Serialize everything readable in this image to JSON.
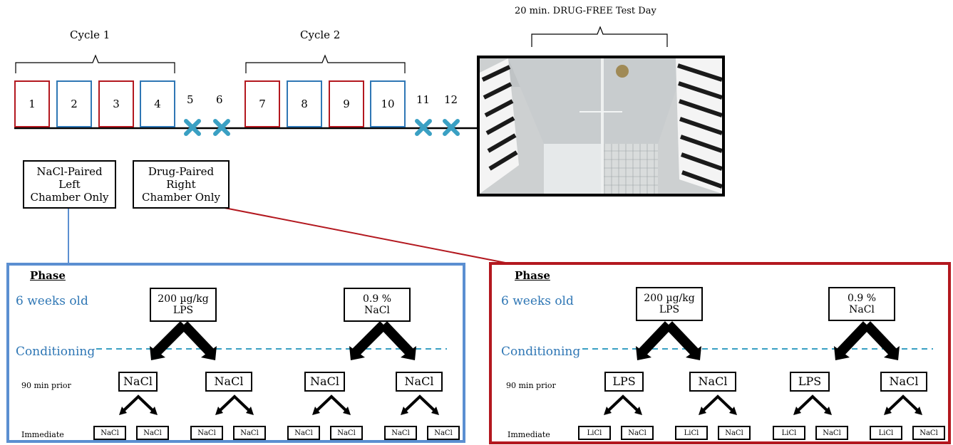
{
  "timeline": {
    "test_day_label": "20 min. DRUG-FREE Test Day",
    "cycle1_label": "Cycle 1",
    "cycle2_label": "Cycle 2",
    "days": [
      "1",
      "2",
      "3",
      "4",
      "5",
      "6",
      "7",
      "8",
      "9",
      "10",
      "11",
      "12"
    ],
    "day_colors": [
      "red",
      "blue",
      "red",
      "blue",
      "x",
      "x",
      "red",
      "blue",
      "red",
      "blue",
      "x",
      "x"
    ]
  },
  "legend": {
    "nacl_paired": "NaCl-Paired\nLeft\nChamber Only",
    "drug_paired": "Drug-Paired\nRight\nChamber Only"
  },
  "panels": {
    "left": {
      "phase": "Phase",
      "age": "6 weeks old",
      "conditioning": "Conditioning",
      "prior_label": "90 min prior",
      "immediate_label": "Immediate",
      "treat_a": "200 µg/kg\nLPS",
      "treat_b": "0.9 %\nNaCl",
      "prior": [
        "NaCl",
        "NaCl",
        "NaCl",
        "NaCl"
      ],
      "immediate": [
        "NaCl",
        "NaCl",
        "NaCl",
        "NaCl",
        "NaCl",
        "NaCl",
        "NaCl",
        "NaCl"
      ]
    },
    "right": {
      "phase": "Phase",
      "age": "6 weeks old",
      "conditioning": "Conditioning",
      "prior_label": "90 min prior",
      "immediate_label": "Immediate",
      "treat_a": "200 µg/kg\nLPS",
      "treat_b": "0.9 %\nNaCl",
      "prior": [
        "LPS",
        "NaCl",
        "LPS",
        "NaCl"
      ],
      "immediate": [
        "LiCl",
        "NaCl",
        "LiCl",
        "NaCl",
        "LiCl",
        "NaCl",
        "LiCl",
        "NaCl"
      ]
    }
  },
  "colors": {
    "red": "#b3181f",
    "blue": "#2f77b5",
    "green": "#2fb24c",
    "x_marker": "#3aa0c3",
    "dashed": "#3aa0c3"
  }
}
